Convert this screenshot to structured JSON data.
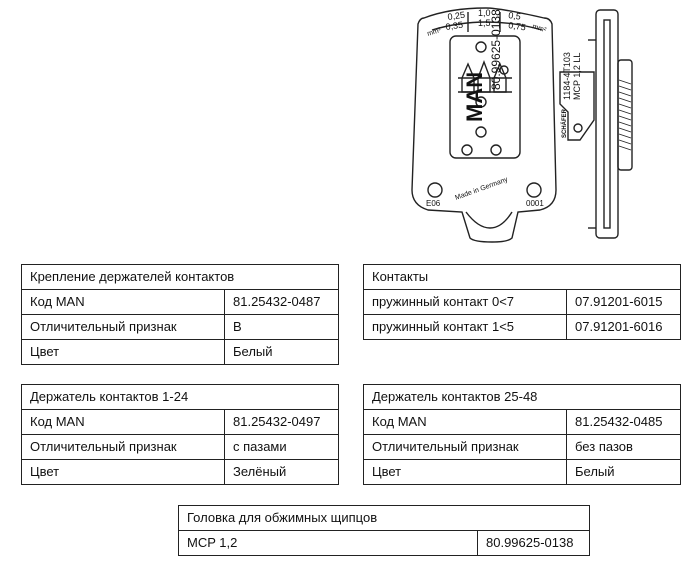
{
  "drawing": {
    "units_left": "mm²",
    "units_right": "mm²",
    "size_a1": "0,25",
    "size_a2": "0,35",
    "size_b1": "1,0",
    "size_b2": "1,5",
    "size_c1": "0,5",
    "size_c2": "0,75",
    "brand": "MAN",
    "part_number": "80.99625-0138",
    "code": "1184-4T103",
    "model": "MCP 1,2 LL",
    "logo_text": "SCHÄFER",
    "made_in": "Made in Germany",
    "code_left": "E06",
    "code_right": "0001"
  },
  "tables": {
    "mount": {
      "title": "Крепление держателей контактов",
      "rows": [
        {
          "label": "Код MAN",
          "value": "81.25432-0487"
        },
        {
          "label": "Отличительный признак",
          "value": "B"
        },
        {
          "label": "Цвет",
          "value": "Белый"
        }
      ]
    },
    "contacts": {
      "title": "Контакты",
      "rows": [
        {
          "label": "пружинный контакт 0<7",
          "value": "07.91201-6015"
        },
        {
          "label": "пружинный контакт 1<5",
          "value": "07.91201-6016"
        }
      ]
    },
    "holder_1_24": {
      "title": "Держатель контактов 1-24",
      "rows": [
        {
          "label": "Код MAN",
          "value": "81.25432-0497"
        },
        {
          "label": "Отличительный признак",
          "value": "с пазами"
        },
        {
          "label": "Цвет",
          "value": "Зелёный"
        }
      ]
    },
    "holder_25_48": {
      "title": "Держатель контактов 25-48",
      "rows": [
        {
          "label": "Код MAN",
          "value": "81.25432-0485"
        },
        {
          "label": "Отличительный признак",
          "value": "без пазов"
        },
        {
          "label": "Цвет",
          "value": "Белый"
        }
      ]
    },
    "crimp_head": {
      "title": "Головка для обжимных щипцов",
      "rows": [
        {
          "label": "MCP 1,2",
          "value": "80.99625-0138"
        }
      ]
    }
  }
}
